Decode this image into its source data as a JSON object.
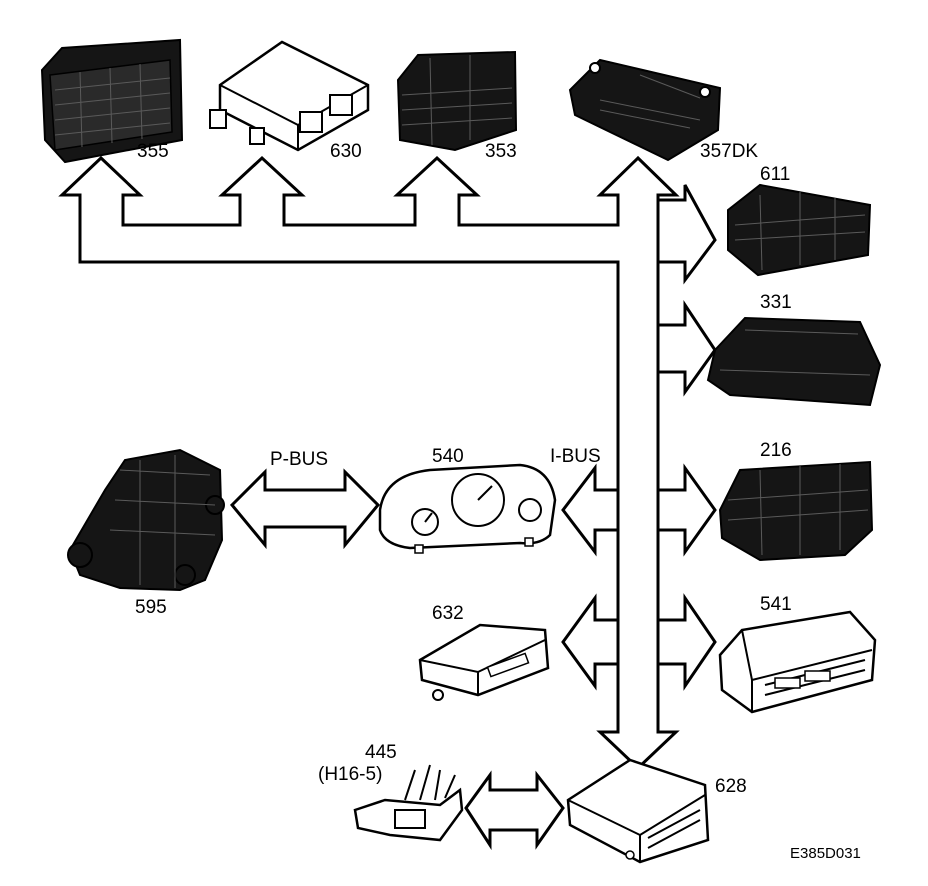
{
  "labels": {
    "c355": "355",
    "c630": "630",
    "c353": "353",
    "c357": "357DK",
    "c611": "611",
    "c331": "331",
    "c216": "216",
    "c541": "541",
    "c540": "540",
    "c595": "595",
    "c632": "632",
    "c628": "628",
    "c445": "445",
    "c445_sub": "(H16-5)",
    "pbus": "P-BUS",
    "ibus": "I-BUS",
    "figure_code": "E385D031"
  }
}
